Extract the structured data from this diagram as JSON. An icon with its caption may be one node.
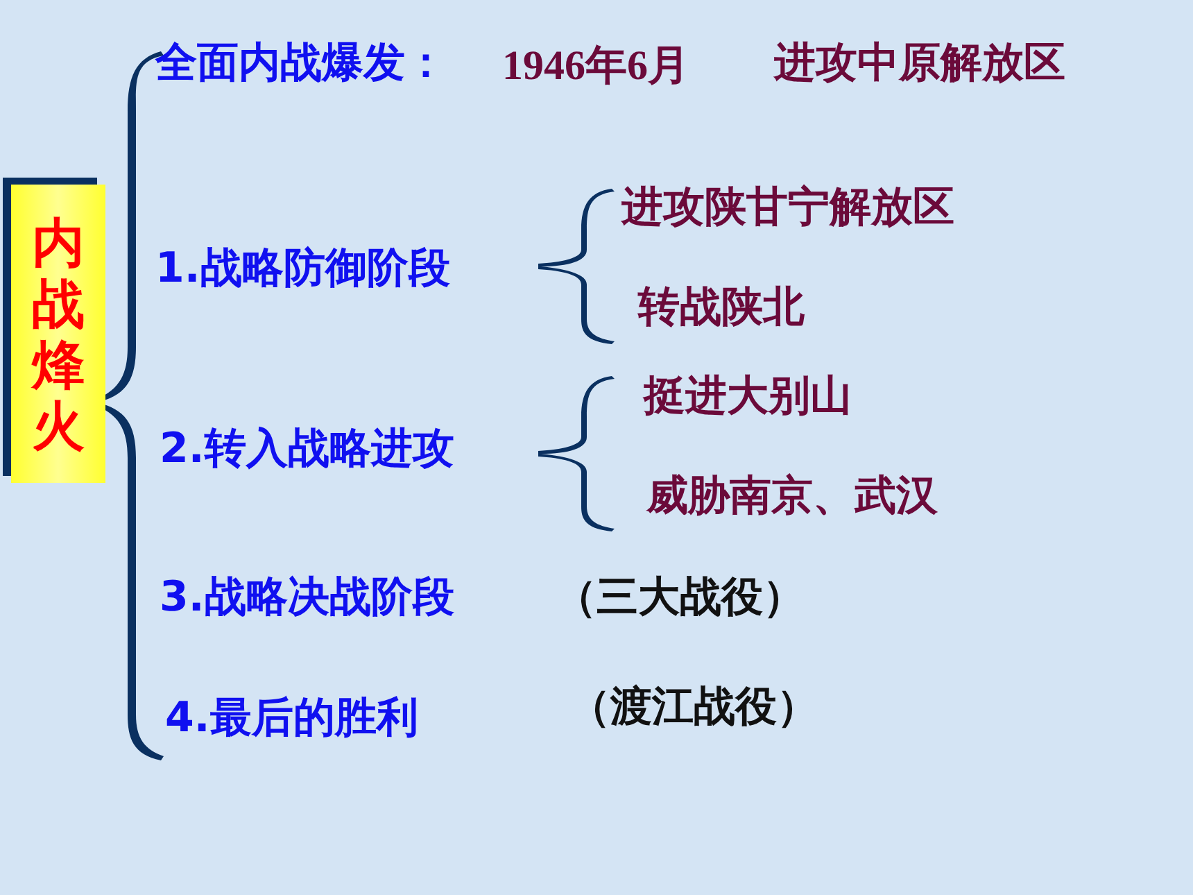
{
  "diagram": {
    "nodes": [
      {
        "text": [
          "内战烽火"
        ]
      }
    ],
    "labels": [
      "全面内战爆发：",
      "1946年6月",
      "进攻中原解放区",
      "1.战略防御阶段",
      "进攻陕甘宁解放区",
      "转战陕北",
      "2.转入战略进攻",
      "挺进大别山",
      "威胁南京、武汉",
      "3.战略决战阶段",
      "（三大战役）",
      "4.最后的胜利",
      "（渡江战役）"
    ]
  }
}
